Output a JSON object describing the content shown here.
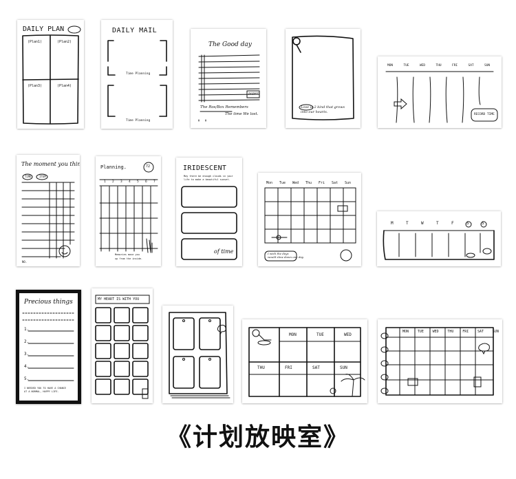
{
  "caption": "《计划放映室》",
  "cards": {
    "c1": {
      "title": "DAILY PLAN",
      "plans": [
        "(Plan1)",
        "(Plan2)",
        "(Plan3)",
        "(Plan4)"
      ]
    },
    "c2": {
      "title": "DAILY MAIL",
      "label_top": "Time Planning",
      "label_bottom": "Time Planning"
    },
    "c3": {
      "title": "The Good day",
      "stamp": "paper",
      "note_line1": "The Ros/Box Remembers",
      "note_line2": "The time We lost."
    },
    "c4": {
      "note": "Love is 2 kind that grows into our hearts."
    },
    "c5": {
      "days": [
        "MON",
        "TUE",
        "WED",
        "THU",
        "FRI",
        "SAT",
        "SUN"
      ],
      "label": "RECORD TIME"
    },
    "c6": {
      "title": "The moment you think",
      "tag1": "TIME",
      "tag2": "ITEM",
      "footer": "NO."
    },
    "c7": {
      "title": "Planning.",
      "badge": "72",
      "cols": [
        "1",
        "2",
        "3",
        "4",
        "5",
        "6",
        "7"
      ],
      "footer_line1": "Memories move you",
      "footer_line2": "up from the inside."
    },
    "c8": {
      "title": "IRIDESCENT",
      "subtitle_line1": "May there be enough clouds in your",
      "subtitle_line2": "life to make a beautiful sunset.",
      "script": "of time"
    },
    "c9": {
      "days": [
        "Mon",
        "Tue",
        "Wed",
        "Thu",
        "Fri",
        "Sat",
        "Sun"
      ],
      "note_line1": "I wish the days",
      "note_line2": "would slow down one day."
    },
    "c10": {
      "days": [
        "M",
        "T",
        "W",
        "T",
        "F",
        "S",
        "S"
      ]
    },
    "c11": {
      "title": "Precious things",
      "items": [
        "1.",
        "2.",
        "3.",
        "4.",
        "5."
      ],
      "footer_line1": "I NEEDED YOU TO HAVE A CHANCE",
      "footer_line2": "AT A NORMAL, HAPPY LIFE."
    },
    "c12": {
      "title": "MY HEART IS WITH YOU"
    },
    "c14": {
      "top_days": [
        "MON",
        "TUE",
        "WED"
      ],
      "bottom_days": [
        "THU",
        "FRI",
        "SAT",
        "SUN"
      ]
    },
    "c15": {
      "days": [
        "MON",
        "TUE",
        "WED",
        "THU",
        "FRI",
        "SAT",
        "SUN"
      ]
    }
  }
}
